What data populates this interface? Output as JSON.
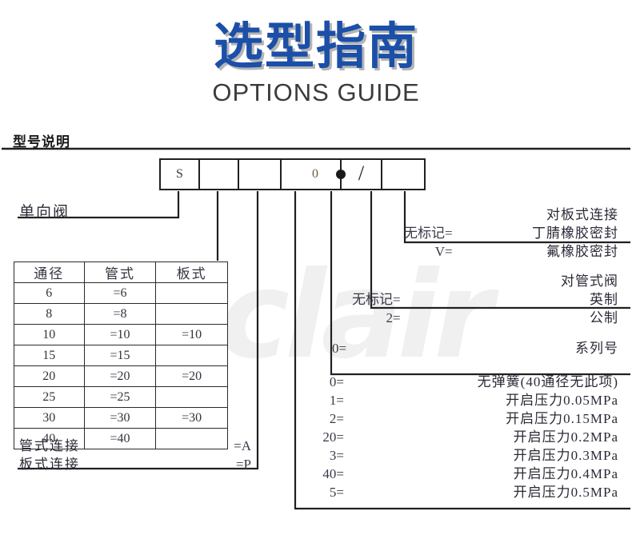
{
  "title": {
    "main": "选型指南",
    "sub": "OPTIONS GUIDE",
    "main_color": "#1b4fa8"
  },
  "watermark": {
    "text": "acclair"
  },
  "section": {
    "heading": "型号说明"
  },
  "model_code": {
    "cells": [
      {
        "label": "S",
        "marker": "none"
      },
      {
        "label": "",
        "marker": "none"
      },
      {
        "label": "",
        "marker": "none"
      },
      {
        "label": "0",
        "marker": "dot"
      },
      {
        "label": "/",
        "marker": "none"
      },
      {
        "label": "",
        "marker": "none"
      }
    ]
  },
  "valve": {
    "label": "单向阀"
  },
  "spec_table": {
    "headers": [
      "通径",
      "管式",
      "板式"
    ],
    "rows": [
      [
        "6",
        "=6",
        ""
      ],
      [
        "8",
        "=8",
        ""
      ],
      [
        "10",
        "=10",
        "=10"
      ],
      [
        "15",
        "=15",
        ""
      ],
      [
        "20",
        "=20",
        "=20"
      ],
      [
        "25",
        "=25",
        ""
      ],
      [
        "30",
        "=30",
        "=30"
      ],
      [
        "40",
        "=40",
        ""
      ]
    ]
  },
  "connection_notes": [
    {
      "label": "管式连接",
      "code": "=A"
    },
    {
      "label": "板式连接",
      "code": "=P"
    }
  ],
  "annotations": {
    "seal": {
      "head": "对板式连接",
      "codes": [
        "无标记=",
        "V="
      ],
      "texts": [
        "丁腈橡胶密封",
        "氟橡胶密封"
      ]
    },
    "thread": {
      "head": "对管式阀",
      "codes": [
        "无标记=",
        "2="
      ],
      "texts": [
        "英制",
        "公制"
      ]
    },
    "series": {
      "code": "0=",
      "text": "系列号"
    }
  },
  "pressure_options": [
    {
      "code": "0=",
      "text": "无弹簧(40通径无此项)"
    },
    {
      "code": "1=",
      "text": "开启压力0.05MPa"
    },
    {
      "code": "2=",
      "text": "开启压力0.15MPa"
    },
    {
      "code": "20=",
      "text": "开启压力0.2MPa"
    },
    {
      "code": "3=",
      "text": "开启压力0.3MPa"
    },
    {
      "code": "40=",
      "text": "开启压力0.4MPa"
    },
    {
      "code": "5=",
      "text": "开启压力0.5MPa"
    }
  ]
}
